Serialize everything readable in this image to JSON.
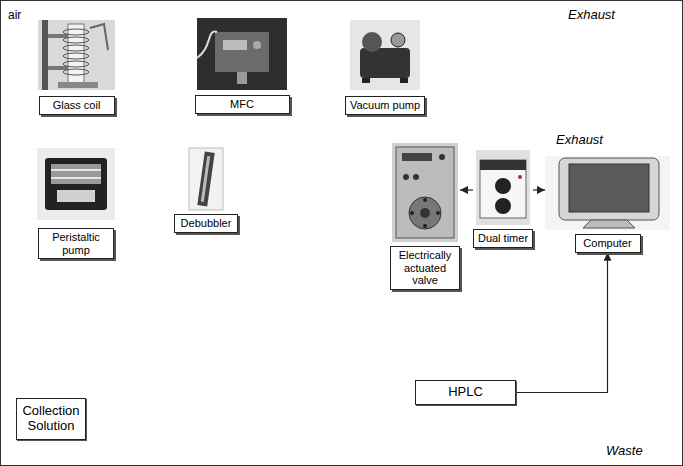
{
  "diagram": {
    "nodes": [
      {
        "text": [
          "Glass coil"
        ]
      },
      {
        "text": [
          "MFC"
        ]
      },
      {
        "text": [
          "Vacuum pump"
        ]
      },
      {
        "text": [
          "Peristaltic pump"
        ]
      },
      {
        "text": [
          "Debubbler"
        ]
      },
      {
        "text": [
          "Electrically actuated valve"
        ]
      },
      {
        "text": [
          "Dual timer"
        ]
      },
      {
        "text": [
          "Computer"
        ]
      },
      {
        "text": [
          "Collection Solution"
        ]
      },
      {
        "text": [
          "HPLC"
        ]
      }
    ],
    "edges": [
      {
        "from": 6,
        "to": 5,
        "arrow": "to"
      },
      {
        "from": 6,
        "to": 7,
        "arrow": "to"
      },
      {
        "from": 9,
        "to": 7,
        "arrow": "to"
      }
    ],
    "labels": [
      "air",
      "Exhaust",
      "Exhaust",
      "Waste"
    ]
  }
}
